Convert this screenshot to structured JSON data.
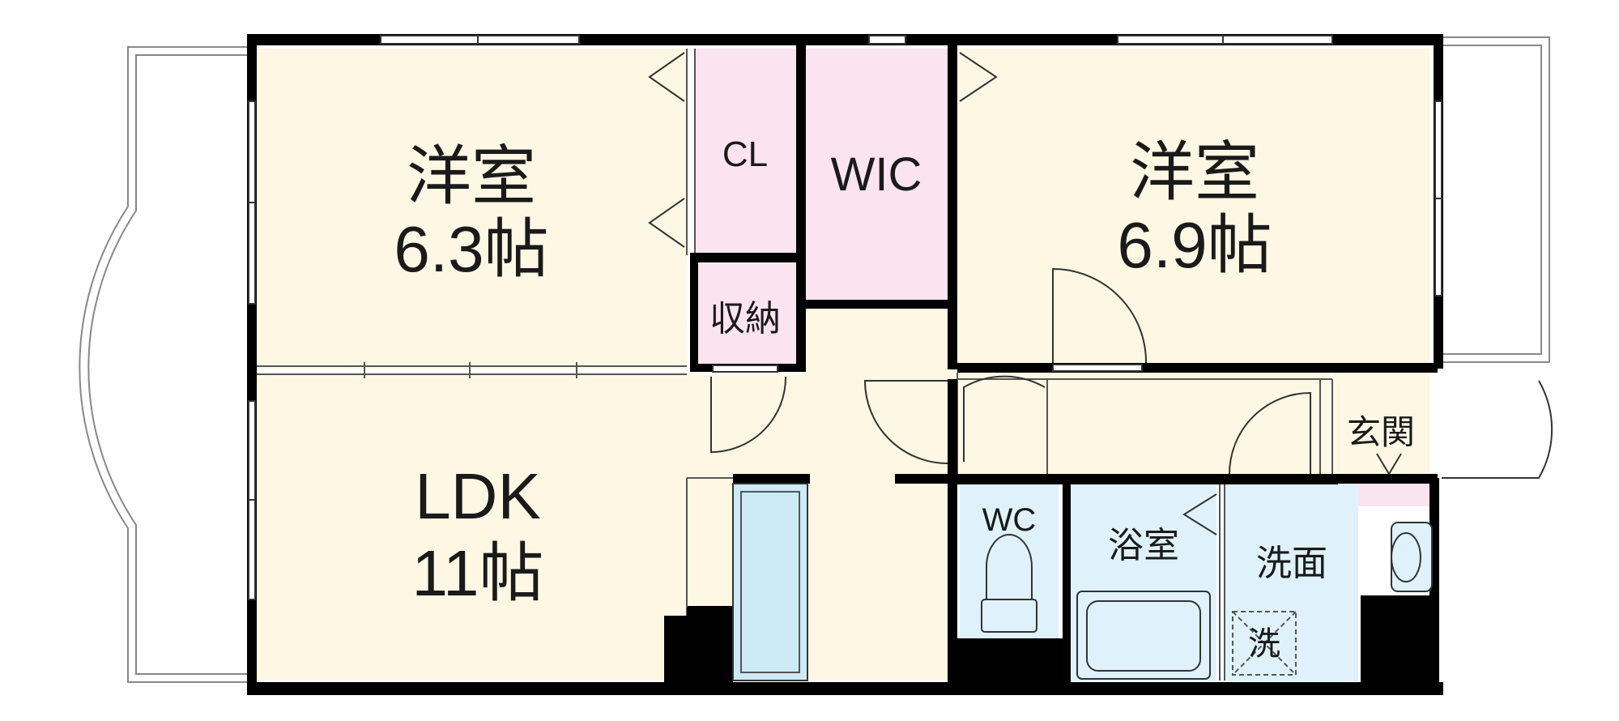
{
  "rooms": {
    "western_left": {
      "name": "洋室",
      "size": "6.3帖"
    },
    "closet": {
      "name": "CL"
    },
    "walk_in_closet": {
      "name": "WIC"
    },
    "western_right": {
      "name": "洋室",
      "size": "6.9帖"
    },
    "storage": {
      "name": "収納"
    },
    "ldk": {
      "name": "LDK",
      "size": "11帖"
    },
    "entrance": {
      "name": "玄関"
    },
    "toilet": {
      "name": "WC"
    },
    "bathroom": {
      "name": "浴室"
    },
    "washroom": {
      "name": "洗面"
    },
    "washer": {
      "name": "洗"
    }
  },
  "colors": {
    "room_floor": "#fdf7e4",
    "closet_floor": "#fbe4ef",
    "wet_area_floor": "#dff2fb",
    "fixture": "#cdeaf7",
    "wall": "#000000"
  }
}
